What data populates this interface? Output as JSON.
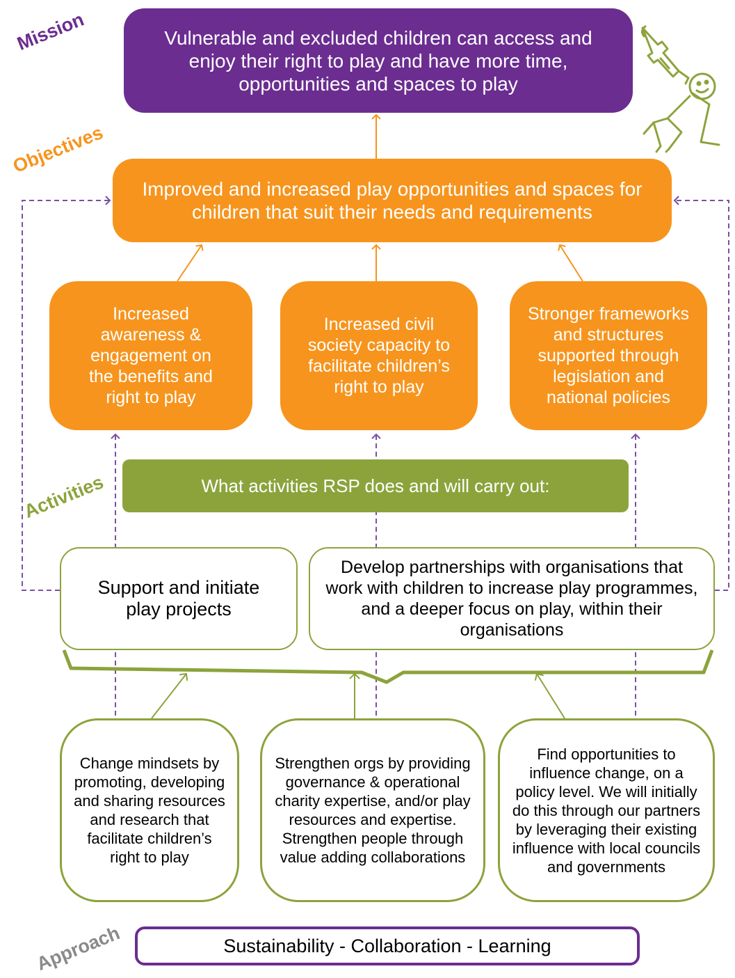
{
  "labels": {
    "mission": "Mission",
    "objectives": "Objectives",
    "activities": "Activities",
    "approach": "Approach"
  },
  "mission": "Vulnerable and excluded children can access and enjoy their right to play and have more time, opportunities and spaces to play",
  "objective": "Improved and increased play opportunities and spaces for children that suit their needs and requirements",
  "outcomes": [
    "Increased awareness & engagement on the benefits and right to play",
    "Increased civil society capacity to facilitate children’s right to play",
    "Stronger frameworks and structures supported through legislation and national policies"
  ],
  "activities_header": "What activities RSP does and will carry out:",
  "activities": [
    "Support and initiate play projects",
    "Develop partnerships with organisations that work with children to increase play programmes, and a deeper focus on play, within their organisations"
  ],
  "approaches": [
    "Change mindsets by promoting, developing and sharing resources and research that facilitate children’s right to play",
    "Strengthen orgs by providing governance & operational charity expertise, and/or play resources and expertise. Strengthen people through value adding collaborations",
    "Find opportunities to influence change, on a policy level. We will initially do this through our partners by leveraging their existing influence with local councils and governments"
  ],
  "principles": "Sustainability - Collaboration - Learning",
  "colors": {
    "purple": "#6b2d90",
    "orange": "#f7941d",
    "green": "#8ca33c",
    "dashed_connector": "#7b4fa3"
  }
}
